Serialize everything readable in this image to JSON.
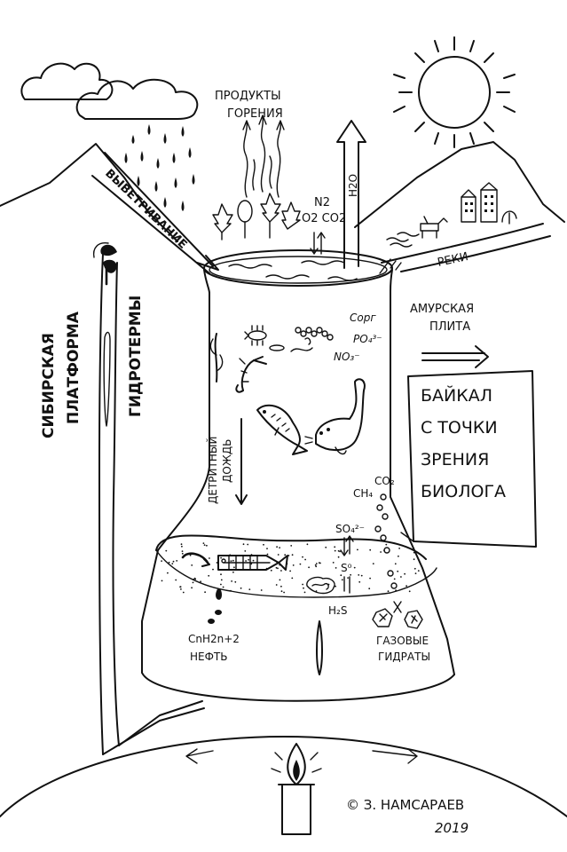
{
  "labels": {
    "combustion_products": [
      "ПРОДУКТЫ",
      "ГОРЕНИЯ"
    ],
    "weathering": "ВЫВЕТРИВАНИЕ",
    "gases_top": [
      "N2",
      "O2 CO2"
    ],
    "water_vapor": "H2O",
    "rivers": "РЕКИ",
    "amur_plate": [
      "АМУРСКАЯ",
      "ПЛИТА"
    ],
    "siberian_platform": [
      "СИБИРСКАЯ",
      "ПЛАТФОРМА"
    ],
    "hydrotherms": "ГИДРОТЕРМЫ",
    "nutrients": [
      "Сорг",
      "PO₄³⁻",
      "NO₃⁻"
    ],
    "detrital_rain": [
      "ДЕТРИТНЫЙ",
      "ДОЖДЬ"
    ],
    "gases_bottom": [
      "CO₂",
      "CH₄"
    ],
    "sulfur_cycle": [
      "SO₄²⁻",
      "S⁰",
      "H₂S"
    ],
    "oil": [
      "CnH2n+2",
      "НЕФТЬ"
    ],
    "gas_hydrates": [
      "ГАЗОВЫЕ",
      "ГИДРАТЫ"
    ]
  },
  "title_sign": [
    "БАЙКАЛ",
    "С ТОЧКИ",
    "ЗРЕНИЯ",
    "БИОЛОГА"
  ],
  "signature": {
    "author": "© З. НАМСАРАЕВ",
    "year": "2019"
  }
}
